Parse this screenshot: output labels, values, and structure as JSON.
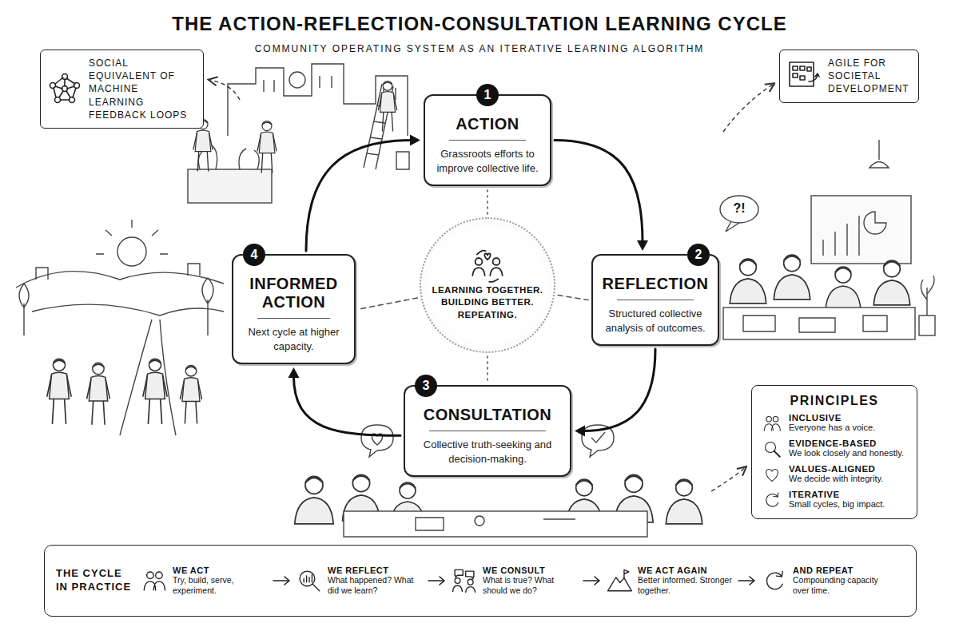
{
  "diagram": {
    "title": "THE ACTION-REFLECTION-CONSULTATION LEARNING CYCLE",
    "caption": "COMMUNITY OPERATING SYSTEM AS AN ITERATIVE LEARNING ALGORITHM",
    "nodes": [
      {
        "text": [
          "1",
          "ACTION",
          "Grassroots efforts to improve collective life."
        ]
      },
      {
        "text": [
          "2",
          "REFLECTION",
          "Structured collective analysis of outcomes."
        ]
      },
      {
        "text": [
          "3",
          "CONSULTATION",
          "Collective truth-seeking and decision-making."
        ]
      },
      {
        "text": [
          "4",
          "INFORMED ACTION",
          "Next cycle at higher capacity."
        ]
      },
      {
        "text": [
          "LEARNING TOGETHER. BUILDING BETTER. REPEATING."
        ]
      },
      {
        "text": [
          "SOCIAL EQUIVALENT OF MACHINE LEARNING FEEDBACK LOOPS"
        ]
      },
      {
        "text": [
          "AGILE FOR SOCIETAL DEVELOPMENT"
        ]
      },
      {
        "text": [
          "PRINCIPLES",
          "INCLUSIVE",
          "Everyone has a voice.",
          "EVIDENCE-BASED",
          "We look closely and honestly.",
          "VALUES-ALIGNED",
          "We decide with integrity.",
          "ITERATIVE",
          "Small cycles, big impact."
        ]
      },
      {
        "text": [
          "THE CYCLE IN PRACTICE",
          "WE ACT",
          "Try, build, serve, experiment.",
          "WE REFLECT",
          "What happened? What did we learn?",
          "WE CONSULT",
          "What is true? What should we do?",
          "WE ACT AGAIN",
          "Better informed. Stronger together.",
          "AND REPEAT",
          "Compounding capacity over time."
        ]
      }
    ],
    "edges": [
      {
        "from": 0,
        "to": 1,
        "arrow": "to"
      },
      {
        "from": 1,
        "to": 2,
        "arrow": "to"
      },
      {
        "from": 2,
        "to": 3,
        "arrow": "to"
      },
      {
        "from": 3,
        "to": 0,
        "arrow": "to"
      },
      {
        "from": 4,
        "to": 0,
        "arrow": "none"
      },
      {
        "from": 4,
        "to": 1,
        "arrow": "none"
      },
      {
        "from": 4,
        "to": 2,
        "arrow": "none"
      },
      {
        "from": 4,
        "to": 3,
        "arrow": "none"
      }
    ],
    "labels": [
      "?!"
    ]
  }
}
